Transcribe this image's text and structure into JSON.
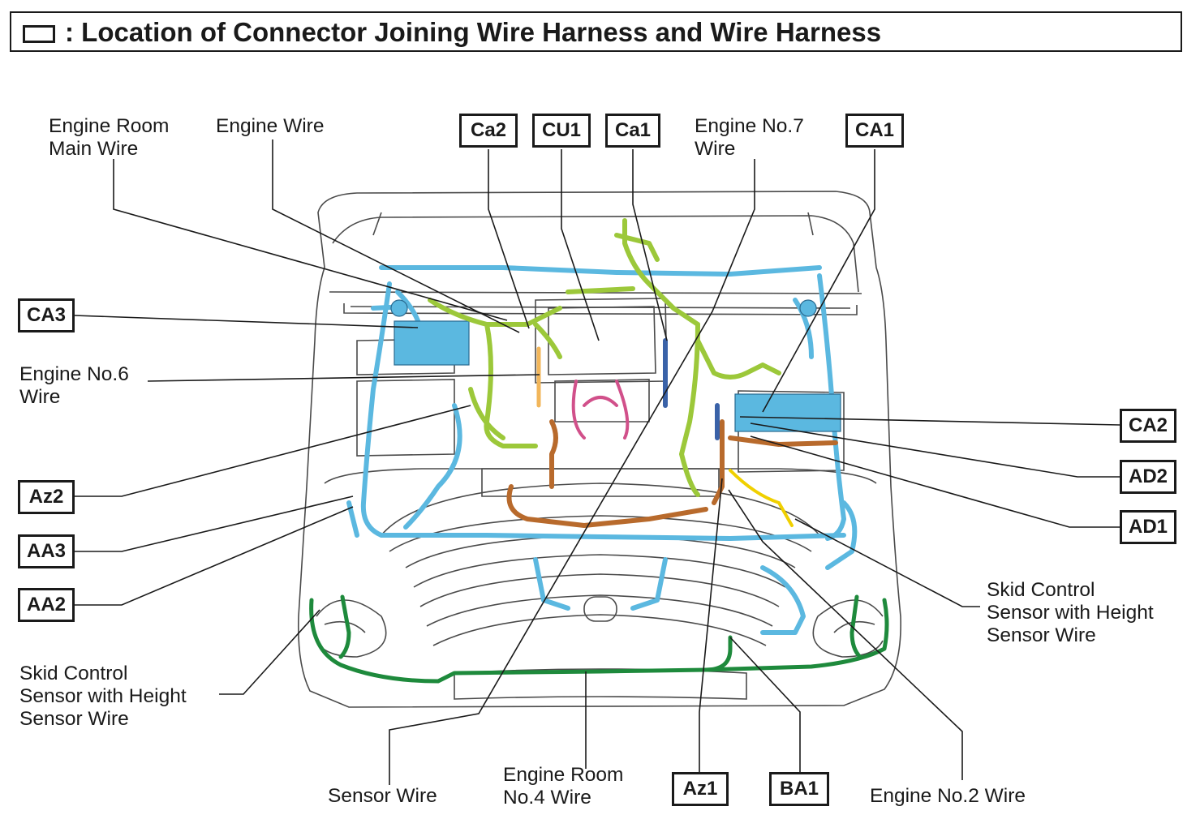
{
  "title": ": Location of Connector Joining Wire Harness and Wire Harness",
  "wire_labels": {
    "engine_room_main_wire": [
      "Engine Room",
      "Main Wire"
    ],
    "engine_wire": [
      "Engine Wire"
    ],
    "engine_no7_wire": [
      "Engine No.7",
      "Wire"
    ],
    "engine_no6_wire": [
      "Engine No.6",
      "Wire"
    ],
    "skid_control_right": [
      "Skid Control",
      "Sensor with Height",
      "Sensor Wire"
    ],
    "skid_control_left": [
      "Skid Control",
      "Sensor with Height",
      "Sensor Wire"
    ],
    "sensor_wire": [
      "Sensor Wire"
    ],
    "engine_room_no4_wire": [
      "Engine Room",
      "No.4 Wire"
    ],
    "engine_no2_wire": [
      "Engine No.2 Wire"
    ]
  },
  "connector_codes": {
    "ca2_lower": "Ca2",
    "cu1": "CU1",
    "ca1_lower": "Ca1",
    "ca1_upper": "CA1",
    "ca3": "CA3",
    "ca2_upper": "CA2",
    "ad2": "AD2",
    "ad1": "AD1",
    "az2": "Az2",
    "aa3": "AA3",
    "aa2": "AA2",
    "az1": "Az1",
    "ba1": "BA1"
  },
  "harness_colors": {
    "body_outline": "#4a4a4a",
    "sky_blue": "#5bb8e0",
    "yellow_green": "#9cc83a",
    "orange_brown": "#b86a2c",
    "green": "#1e8a3c",
    "pink": "#d1508a",
    "navy": "#3a62a8",
    "yellow": "#f0d000",
    "light_orange": "#f2b65a"
  }
}
